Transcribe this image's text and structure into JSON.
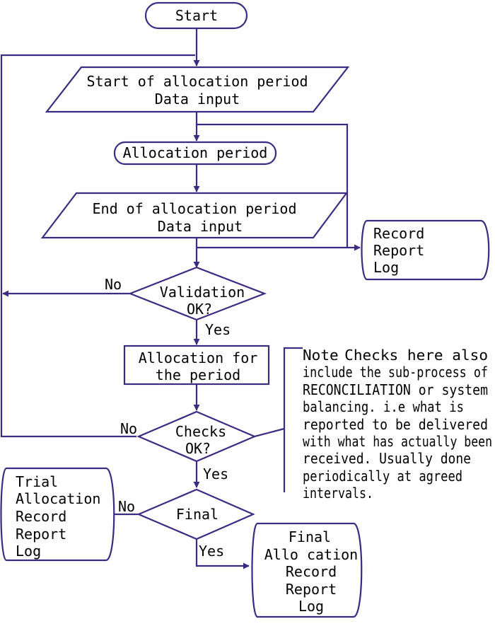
{
  "colors": {
    "stroke": "#3d2a82",
    "text": "#000000",
    "background": "#ffffff"
  },
  "nodes": {
    "start": "Start",
    "input1": [
      "Start of allocation period",
      "Data input"
    ],
    "period": "Allocation period",
    "input2": [
      "End of allocation period",
      "Data input"
    ],
    "record_log": [
      "Record",
      "Report",
      "Log"
    ],
    "validation": [
      "Validation",
      "OK?"
    ],
    "alloc": [
      "Allocation for",
      "the period"
    ],
    "checks": [
      "Checks",
      "OK?"
    ],
    "final": "Final",
    "trial_doc": [
      "Trial",
      "Allocation",
      "Record",
      "Report",
      "Log"
    ],
    "final_doc": [
      "Final",
      "Allo cation",
      "Record",
      "Report",
      "Log"
    ]
  },
  "edges": {
    "validation_no": "No",
    "validation_yes": "Yes",
    "checks_no": "No",
    "checks_yes": "Yes",
    "final_no": "No",
    "final_yes": "Yes"
  },
  "note": {
    "label": "Note",
    "lines": [
      "Checks here also",
      "include the sub-process of",
      "RECONCILIATION or system",
      "balancing. i.e what is",
      "reported to be delivered",
      "with what has actually been",
      "received. Usually done",
      "periodically at agreed",
      "intervals."
    ]
  }
}
